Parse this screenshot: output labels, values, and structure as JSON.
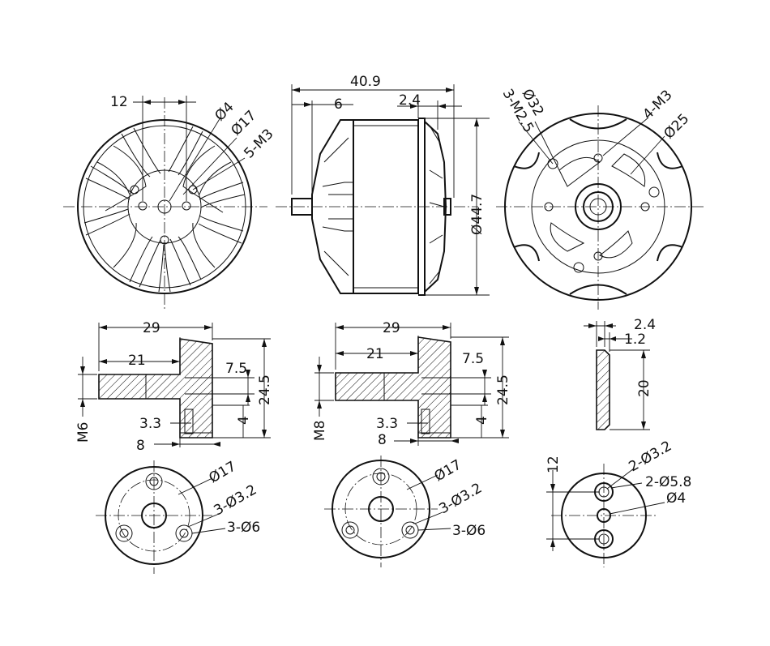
{
  "views": {
    "front": {
      "dim_12": "12",
      "dim_d4": "Ø4",
      "dim_d17": "Ø17",
      "dim_5m3": "5-M3"
    },
    "side": {
      "dim_40_9": "40.9",
      "dim_6": "6",
      "dim_2_4": "2.4",
      "dim_d44_7": "Ø44.7"
    },
    "back": {
      "dim_3m2_5": "3-M2.5",
      "dim_d32": "Ø32",
      "dim_4m3": "4-M3",
      "dim_d25": "Ø25"
    },
    "mount_m6": {
      "dim_29": "29",
      "dim_21": "21",
      "dim_7_5": "7.5",
      "dim_24_5": "24.5",
      "dim_thread": "M6",
      "dim_3_3": "3.3",
      "dim_4": "4",
      "dim_8": "8"
    },
    "mount_m8": {
      "dim_29": "29",
      "dim_21": "21",
      "dim_7_5": "7.5",
      "dim_24_5": "24.5",
      "dim_thread": "M8",
      "dim_3_3": "3.3",
      "dim_4": "4",
      "dim_8": "8"
    },
    "plate_side": {
      "dim_2_4": "2.4",
      "dim_1_2": "1.2",
      "dim_20": "20"
    },
    "flange_m6": {
      "dim_d17": "Ø17",
      "dim_3d3_2": "3-Ø3.2",
      "dim_3d6": "3-Ø6"
    },
    "flange_m8": {
      "dim_d17": "Ø17",
      "dim_3d3_2": "3-Ø3.2",
      "dim_3d6": "3-Ø6"
    },
    "plate_front": {
      "dim_12": "12",
      "dim_2d3_2": "2-Ø3.2",
      "dim_2d5_8": "2-Ø5.8",
      "dim_d4": "Ø4"
    }
  }
}
